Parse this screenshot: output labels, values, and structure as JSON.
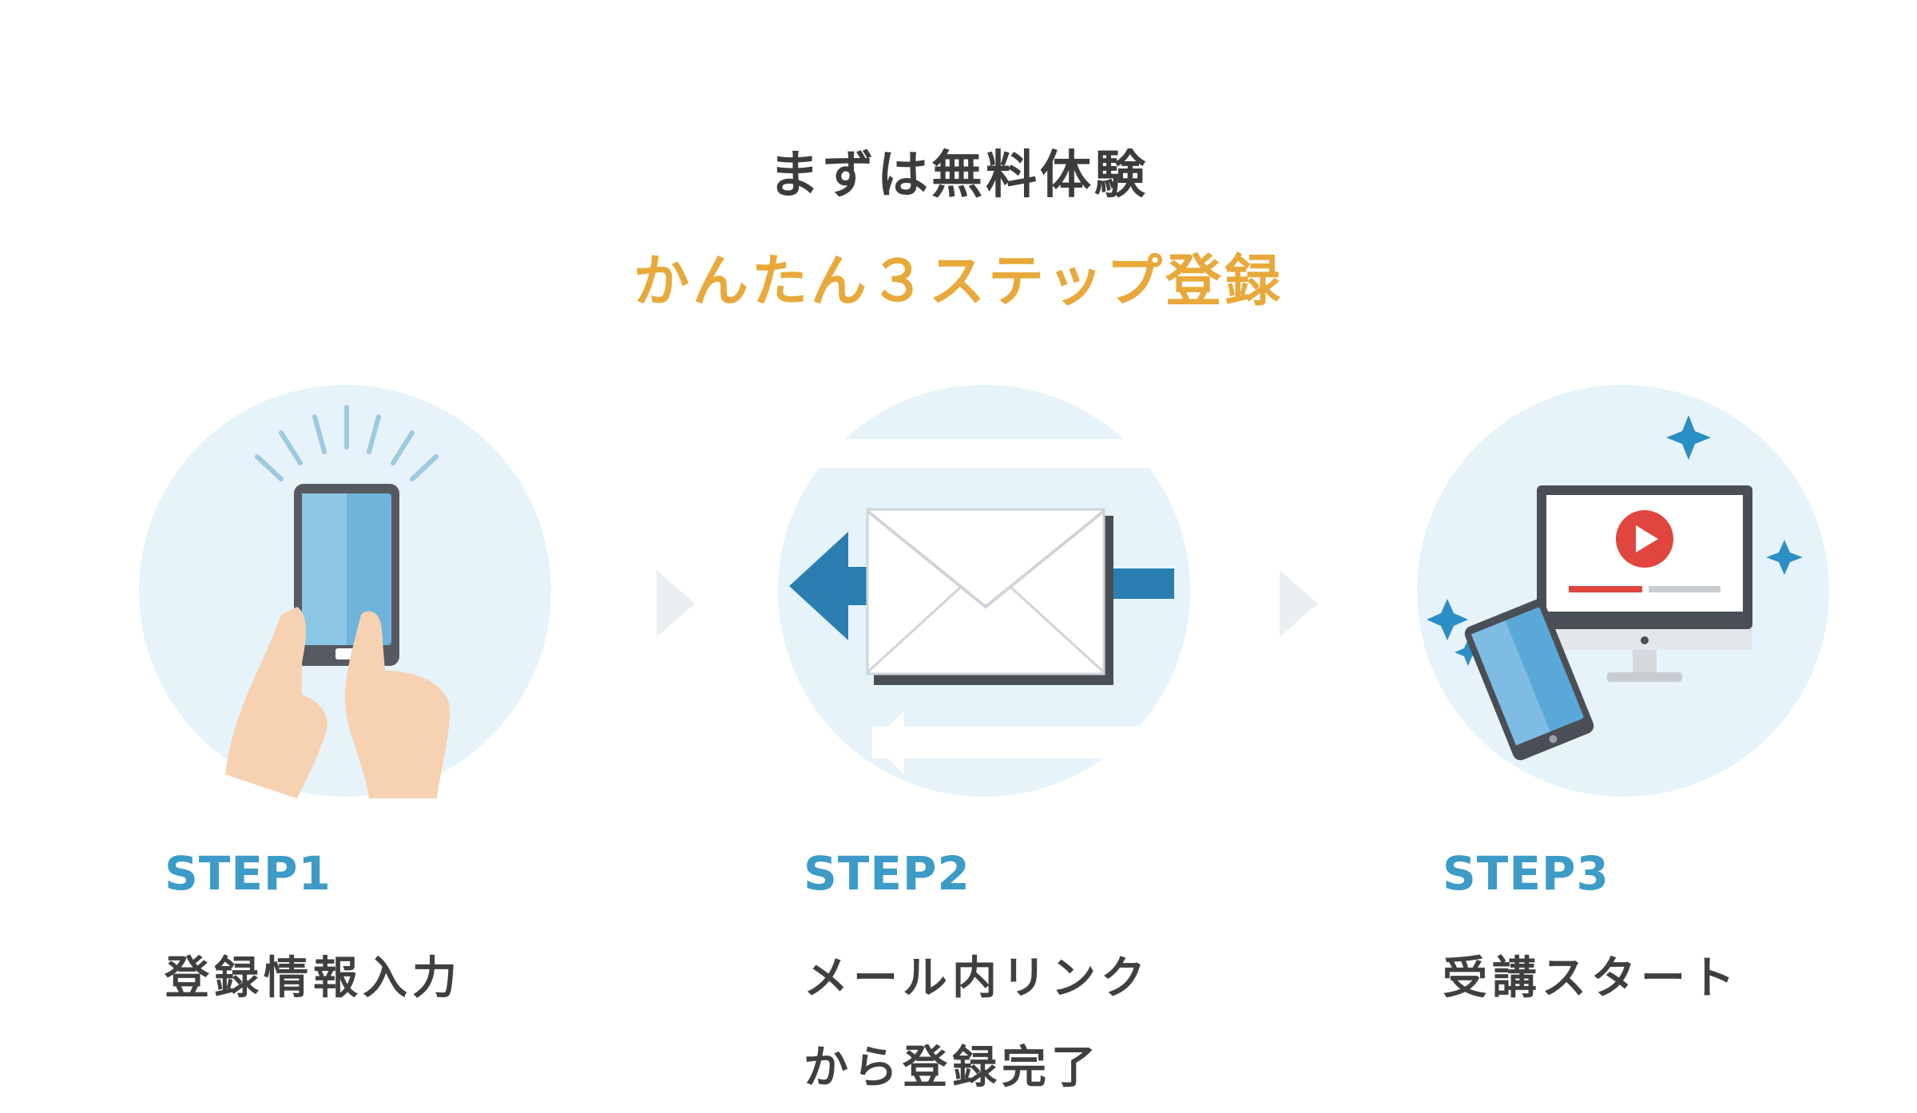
{
  "header": {
    "title": "まずは無料体験",
    "subtitle": "かんたん３ステップ登録"
  },
  "steps": [
    {
      "label": "STEP1",
      "description": "登録情報入力",
      "icon": "smartphone-hands-icon"
    },
    {
      "label": "STEP2",
      "description_line1": "メール内リンク",
      "description_line2": "から登録完了",
      "icon": "envelope-icon"
    },
    {
      "label": "STEP3",
      "description": "受講スタート",
      "icon": "video-monitor-icon"
    }
  ],
  "colors": {
    "accent_blue": "#3d9bc7",
    "accent_orange": "#e8a93a",
    "circle_bg": "#e6f3fa",
    "text_dark": "#3c3c3c"
  }
}
